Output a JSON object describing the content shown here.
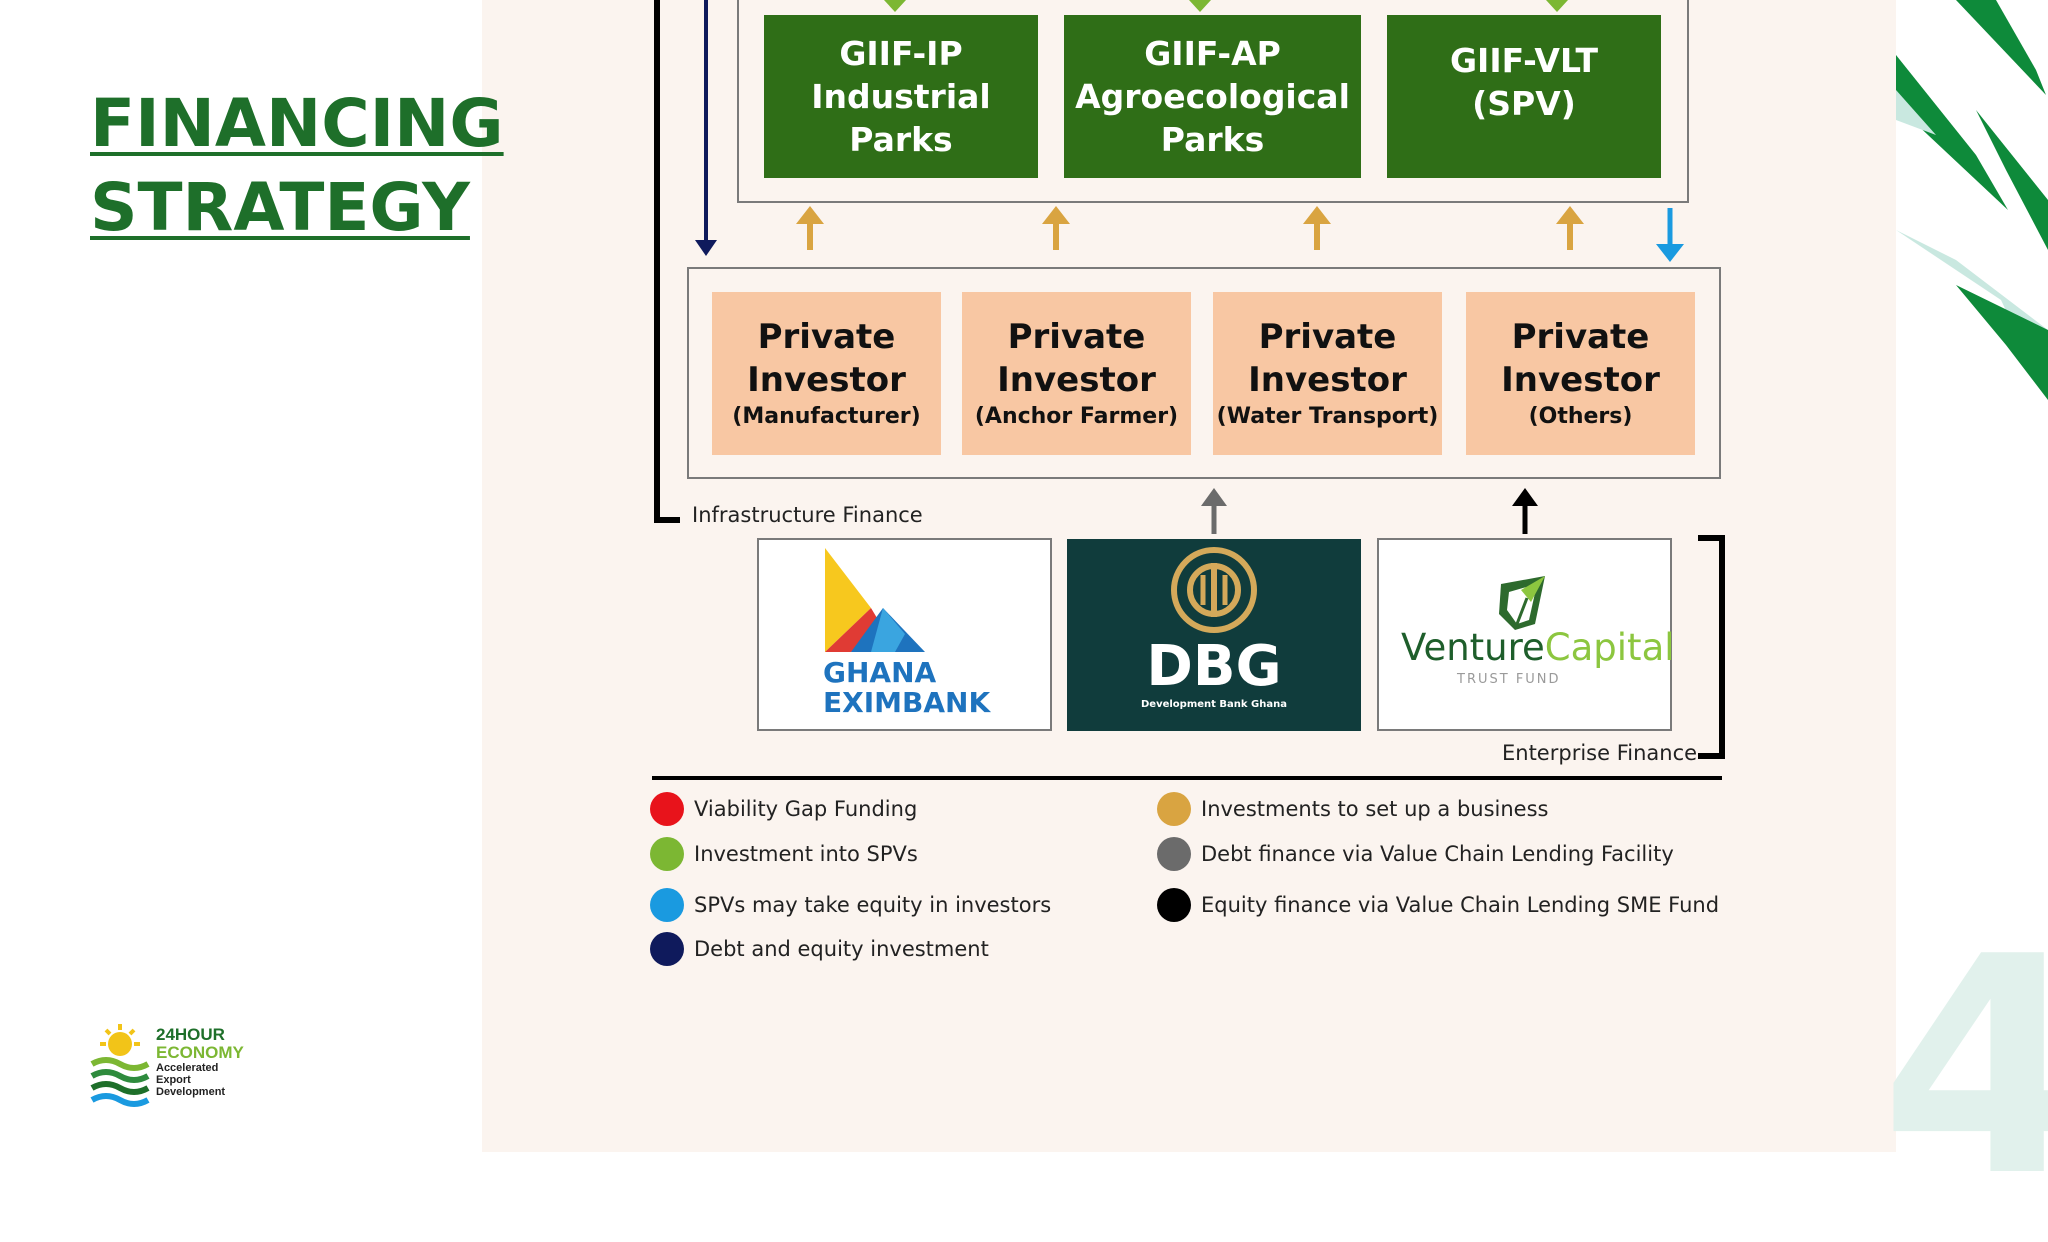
{
  "slide": {
    "title_line1": "FINANCING",
    "title_line2": "STRATEGY",
    "page_number": "4"
  },
  "top_entities": [
    {
      "line1": "GIIF-IP",
      "line2": "Industrial",
      "line3": "Parks"
    },
    {
      "line1": "GIIF-AP",
      "line2": "Agroecological",
      "line3": "Parks"
    },
    {
      "line1": "GIIF-VLT",
      "line2": "(SPV)",
      "line3": ""
    }
  ],
  "investors": [
    {
      "line1": "Private",
      "line2": "Investor",
      "sub": "(Manufacturer)"
    },
    {
      "line1": "Private",
      "line2": "Investor",
      "sub": "(Anchor Farmer)"
    },
    {
      "line1": "Private",
      "line2": "Investor",
      "sub": "(Water Transport)"
    },
    {
      "line1": "Private",
      "line2": "Investor",
      "sub": "(Others)"
    }
  ],
  "labels": {
    "infrastructure_finance": "Infrastructure Finance",
    "enterprise_finance": "Enterprise Finance"
  },
  "funders": {
    "eximbank_line1": "GHANA",
    "eximbank_line2": "EXIMBANK",
    "dbg_name": "DBG",
    "dbg_sub": "Development Bank Ghana",
    "vc_word1": "Venture",
    "vc_word2": "Capital",
    "vc_sub": "TRUST FUND"
  },
  "legend": [
    {
      "label": "Viability Gap Funding",
      "color": "#e8131b"
    },
    {
      "label": "Investment into SPVs",
      "color": "#7cb733"
    },
    {
      "label": "SPVs may take equity in investors",
      "color": "#1a9ae0"
    },
    {
      "label": "Debt and equity investment",
      "color": "#0f1a5c"
    },
    {
      "label": "Investments to set up a business",
      "color": "#d9a441"
    },
    {
      "label": "Debt finance via Value Chain Lending Facility",
      "color": "#6b6b6b"
    },
    {
      "label": "Equity finance via Value Chain Lending SME Fund",
      "color": "#000000"
    }
  ],
  "footer_logo": {
    "line1": "24HOUR",
    "line2": "ECONOMY",
    "line3": "&",
    "line4": "Accelerated",
    "line5": "Export",
    "line6": "Development"
  },
  "colors": {
    "brand_green": "#1e6f2a",
    "box_green": "#2f6e17",
    "investor_fill": "#f8c7a3",
    "panel_bg": "#fbf4ef",
    "dbg_bg": "#103c3c",
    "arrow_gold": "#d9a441",
    "arrow_blue": "#1a9ae0",
    "arrow_navy": "#0f1a5c"
  }
}
